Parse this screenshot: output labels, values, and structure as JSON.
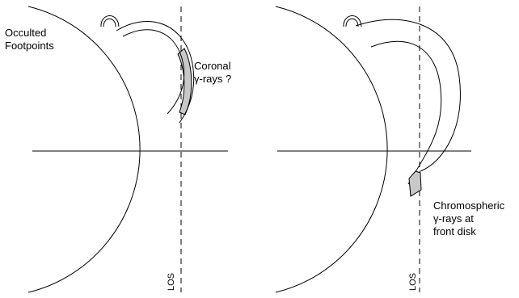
{
  "left_panel": {
    "footpoints_label_line1": "Occulted",
    "footpoints_label_line2": "Footpoints",
    "coronal_label_line1": "Coronal",
    "coronal_label_line2": "γ-rays ?",
    "los_label": "LOS"
  },
  "right_panel": {
    "chromo_label_line1": "Chromospheric",
    "chromo_label_line2": "γ-rays at",
    "chromo_label_line3": "front disk",
    "los_label": "LOS"
  },
  "colors": {
    "line": "#000000",
    "emission_fill": "#c8c8c8"
  }
}
